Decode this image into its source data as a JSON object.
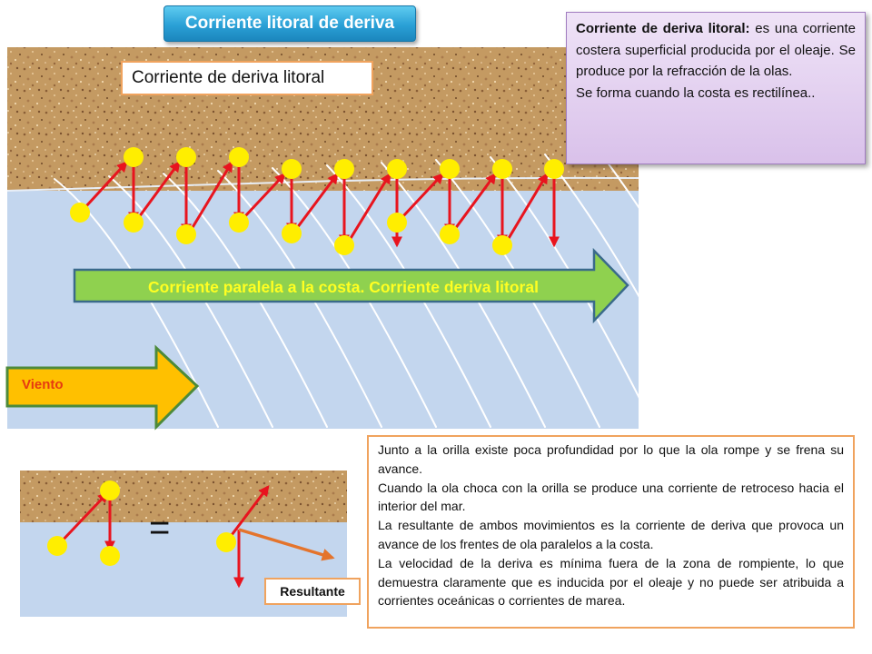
{
  "title": "Corriente litoral de deriva",
  "scene_label": "Corriente de deriva litoral",
  "current_arrow_label": "Corriente paralela a la costa. Corriente deriva litoral",
  "wind_label": "Viento",
  "equals": "=",
  "resultant_label": "Resultante",
  "info_box": {
    "term": "Corriente de deriva litoral:",
    "definition": " es una corriente costera superficial producida por el oleaje. Se produce por la refracción de la olas.",
    "line2": "Se forma cuando la costa es rectilínea.."
  },
  "text_box": {
    "p1": "Junto a la orilla existe poca profundidad por lo que la ola rompe y se frena su avance.",
    "p2": "Cuando la ola choca con la orilla se produce una corriente de retroceso hacia el interior del mar.",
    "p3": "La resultante de ambos movimientos es la corriente de deriva que provoca un avance de los frentes de ola paralelos a la costa.",
    "p4": "La velocidad de la deriva es mínima fuera de la zona de rompiente, lo que demuestra claramente que es inducida por el oleaje y no puede ser atribuida a corrientes oceánicas o corrientes de marea."
  },
  "colors": {
    "sand": "#c49a62",
    "sea": "#c3d6ee",
    "particle": "#ffee00",
    "arrow_red": "#e8141e",
    "current_arrow": "#8fd14f",
    "wind_arrow": "#ffc000",
    "resultant_arrow": "#e4742c"
  }
}
